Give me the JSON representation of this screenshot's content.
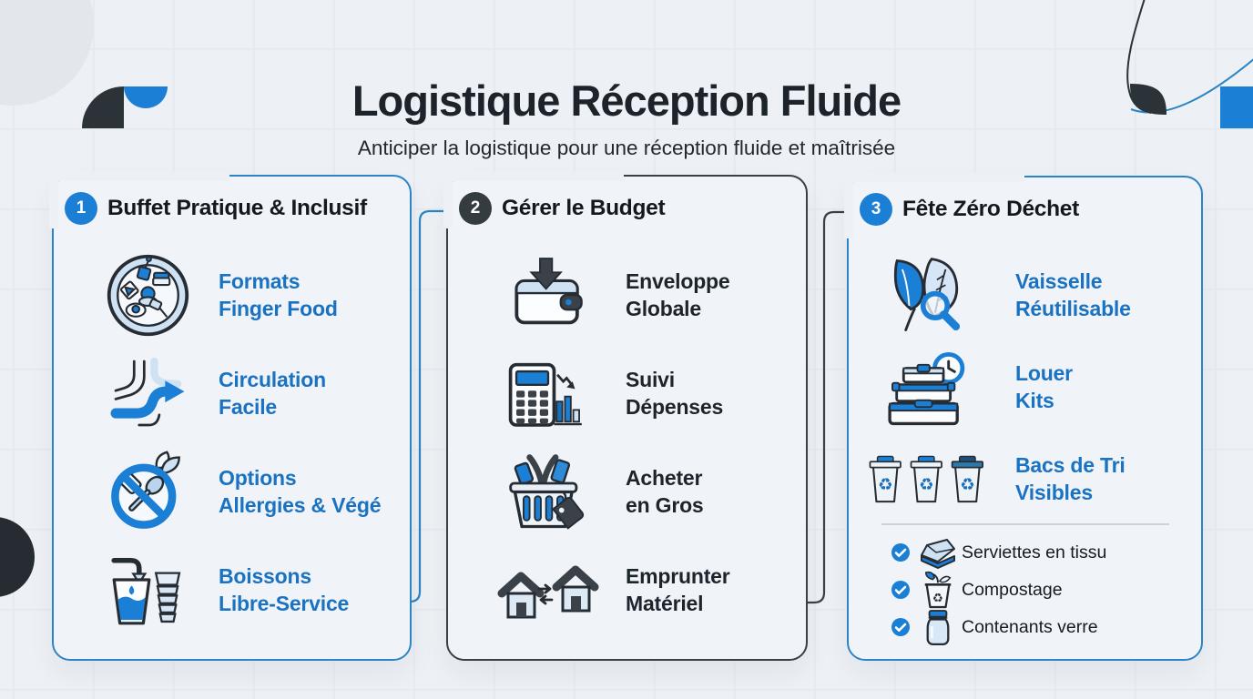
{
  "page": {
    "title": "Logistique Réception Fluide",
    "subtitle": "Anticiper la logistique pour une réception fluide et maîtrisée"
  },
  "colors": {
    "accent_blue": "#1b7fd6",
    "text_blue": "#1a72c2",
    "dark": "#262c33",
    "background": "#edf0f4",
    "card_border_blue": "#2b85c4",
    "card_border_dark": "#383f46"
  },
  "columns": [
    {
      "number": "1",
      "title": "Buffet Pratique & Inclusif",
      "badge_style": "blue",
      "items": [
        {
          "icon": "finger-food-platter-icon",
          "lines": [
            "Formats",
            "Finger Food"
          ]
        },
        {
          "icon": "circulation-arrow-icon",
          "lines": [
            "Circulation",
            "Facile"
          ]
        },
        {
          "icon": "no-allergens-icon",
          "lines": [
            "Options",
            "Allergies & Végé"
          ]
        },
        {
          "icon": "self-service-drinks-icon",
          "lines": [
            "Boissons",
            "Libre-Service"
          ]
        }
      ]
    },
    {
      "number": "2",
      "title": "Gérer le Budget",
      "badge_style": "dark",
      "items": [
        {
          "icon": "wallet-deposit-icon",
          "lines": [
            "Enveloppe",
            "Globale"
          ]
        },
        {
          "icon": "calculator-expenses-icon",
          "lines": [
            "Suivi",
            "Dépenses"
          ]
        },
        {
          "icon": "bulk-basket-icon",
          "lines": [
            "Acheter",
            "en Gros"
          ]
        },
        {
          "icon": "houses-exchange-icon",
          "lines": [
            "Emprunter",
            "Matériel"
          ]
        }
      ]
    },
    {
      "number": "3",
      "title": "Fête Zéro Déchet",
      "badge_style": "blue",
      "items": [
        {
          "icon": "leaves-magnifier-icon",
          "lines": [
            "Vaisselle",
            "Réutilisable"
          ]
        },
        {
          "icon": "container-kits-icon",
          "lines": [
            "Louer",
            "Kits"
          ]
        },
        {
          "icon": "recycling-bins-icon",
          "lines": [
            "Bacs de Tri",
            "Visibles"
          ]
        }
      ],
      "checklist": [
        {
          "icon": "cloth-napkins-icon",
          "label": "Serviettes en tissu"
        },
        {
          "icon": "compost-bin-icon",
          "label": "Compostage"
        },
        {
          "icon": "glass-jar-icon",
          "label": "Contenants verre"
        }
      ]
    }
  ]
}
